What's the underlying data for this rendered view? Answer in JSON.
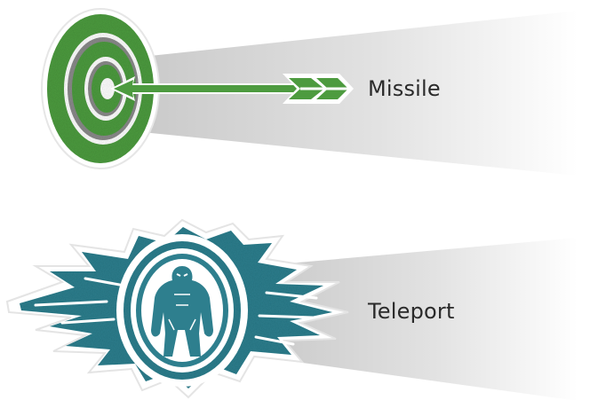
{
  "items": [
    {
      "key": "missile",
      "label": "Missile",
      "icon": "target-arrow-icon",
      "color": "#4d9b3f"
    },
    {
      "key": "teleport",
      "label": "Teleport",
      "icon": "teleport-portal-icon",
      "color": "#2e7f8e"
    }
  ],
  "colors": {
    "green": "#4d9b3f",
    "teal": "#2e7f8e",
    "beam": "#dcdcdc",
    "text": "#2a2a2a"
  }
}
